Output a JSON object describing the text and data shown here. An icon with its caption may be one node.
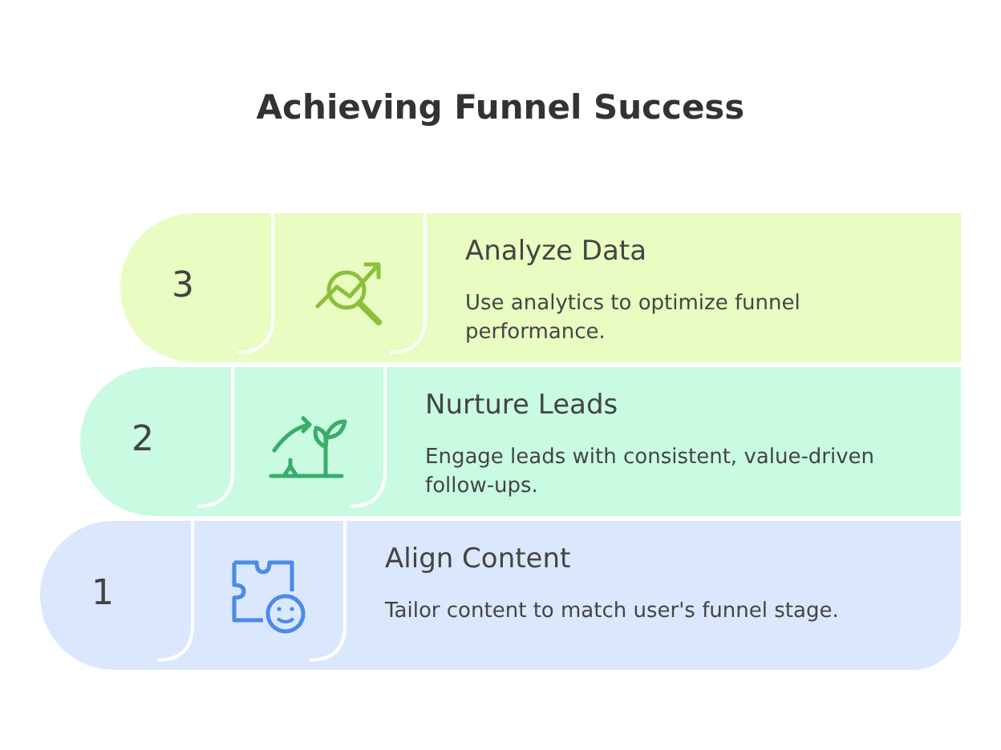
{
  "diagram": {
    "title": "Achieving Funnel Success",
    "nodes": [
      {
        "text": [
          "3",
          "Analyze Data",
          "Use analytics to optimize funnel performance."
        ]
      },
      {
        "text": [
          "2",
          "Nurture Leads",
          "Engage leads with consistent, value-driven follow-ups."
        ]
      },
      {
        "text": [
          "1",
          "Align Content",
          "Tailor content to match user's funnel stage."
        ]
      }
    ]
  }
}
